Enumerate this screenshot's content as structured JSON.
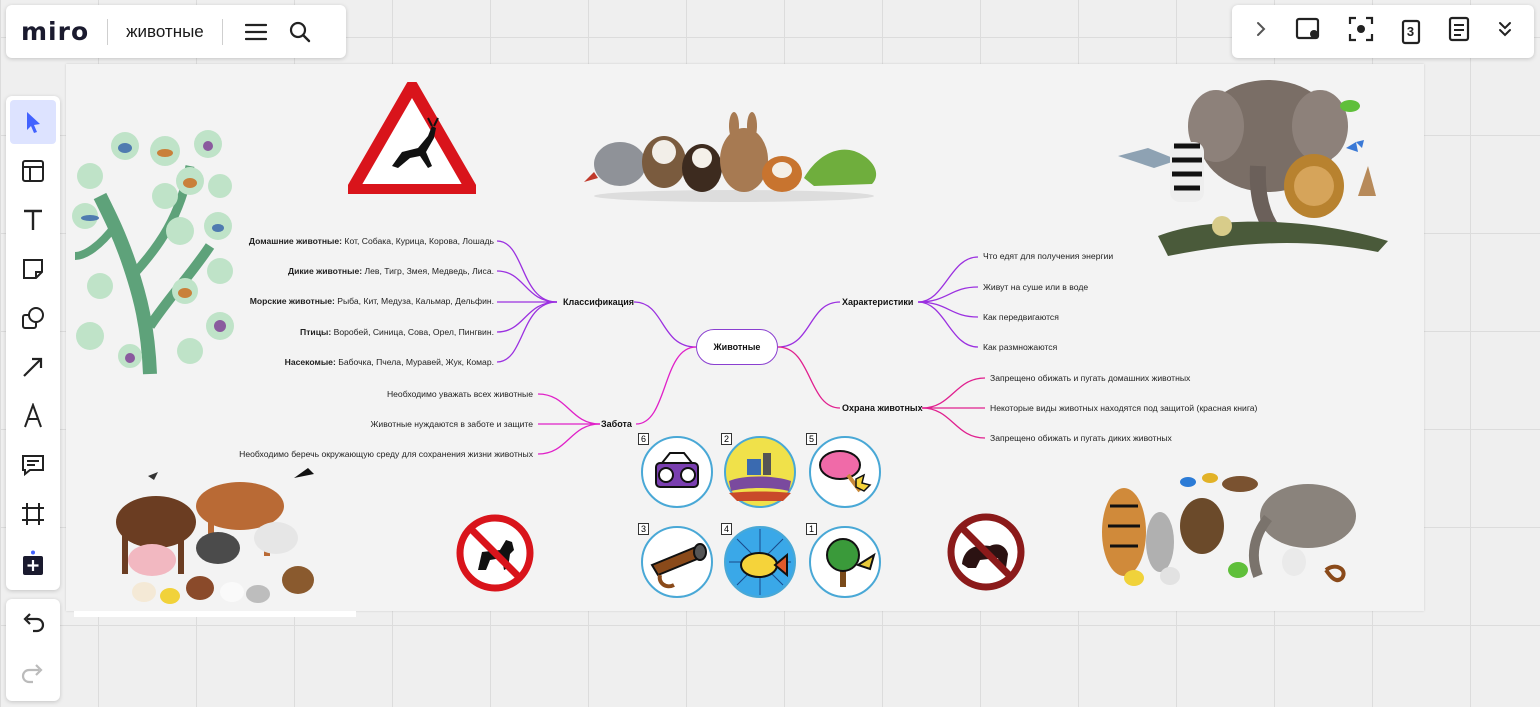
{
  "app": {
    "logo": "miro",
    "board_name": "животные"
  },
  "top_left_icons": [
    "menu-icon",
    "search-icon"
  ],
  "top_right_icons": [
    "chevron-right-icon",
    "screen-share-icon",
    "focus-icon",
    "counter-icon",
    "notes-icon",
    "chevron-double-down-icon"
  ],
  "top_right_counter": "3",
  "left_tools": [
    "select-cursor",
    "templates",
    "text",
    "sticky-note",
    "shapes",
    "connection-line",
    "pen",
    "comment",
    "frame",
    "more-apps"
  ],
  "mindmap": {
    "root": "Животные",
    "classification": {
      "label": "Классификация",
      "items": [
        {
          "head": "Домашние животные:",
          "text": " Кот, Собака, Курица, Корова, Лошадь"
        },
        {
          "head": "Дикие животные:",
          "text": " Лев, Тигр, Змея, Медведь, Лиса."
        },
        {
          "head": "Морские животные:",
          "text": " Рыба, Кит, Медуза, Кальмар, Дельфин."
        },
        {
          "head": "Птицы:",
          "text": " Воробей, Синица, Сова, Орел, Пингвин."
        },
        {
          "head": "Насекомые:",
          "text": " Бабочка, Пчела, Муравей, Жук, Комар."
        }
      ]
    },
    "care": {
      "label": "Забота",
      "items": [
        "Необходимо уважать всех животные",
        "Животные нуждаются в заботе и защите",
        "Необходимо беречь окружающую среду для сохранения жизни животных"
      ]
    },
    "characteristics": {
      "label": "Характеристики",
      "items": [
        "Что едят для получения энергии",
        "Живут на суше или в воде",
        "Как передвигаются",
        "Как размножаются"
      ]
    },
    "protection": {
      "label": "Охрана животных",
      "items": [
        "Запрещено обижать и пугать домашних животных",
        "Некоторые виды животных находятся под защитой (красная книга)",
        "Запрещено обижать и пугать диких животных"
      ]
    }
  },
  "rule_cards": [
    "6",
    "2",
    "5",
    "3",
    "4",
    "1"
  ],
  "colors": {
    "accent": "#4262ff",
    "mindmap_purple": "#9b30e0",
    "mindmap_pink": "#e0208f",
    "warning_red": "#d9141b"
  }
}
